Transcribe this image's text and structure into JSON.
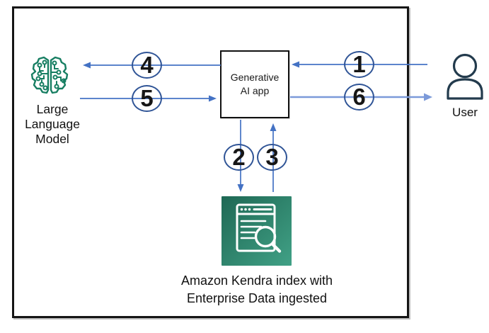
{
  "diagram": {
    "nodes": {
      "llm": {
        "icon": "brain-circuit-icon",
        "lines": [
          "Large",
          "Language",
          "Model"
        ]
      },
      "app": {
        "lines": [
          "Generative",
          "AI app"
        ]
      },
      "user": {
        "icon": "person-icon",
        "label": "User"
      },
      "kendra": {
        "icon": "kendra-document-search-icon",
        "lines": [
          "Amazon Kendra index with",
          "Enterprise Data ingested"
        ]
      }
    },
    "flows": [
      {
        "step": "1",
        "from": "user",
        "to": "app",
        "direction": "left"
      },
      {
        "step": "2",
        "from": "app",
        "to": "kendra",
        "direction": "down"
      },
      {
        "step": "3",
        "from": "kendra",
        "to": "app",
        "direction": "up"
      },
      {
        "step": "4",
        "from": "app",
        "to": "llm",
        "direction": "left"
      },
      {
        "step": "5",
        "from": "llm",
        "to": "app",
        "direction": "right"
      },
      {
        "step": "6",
        "from": "app",
        "to": "user",
        "direction": "right"
      }
    ],
    "colors": {
      "arrow_blue": "#4472C4",
      "arrow_light_blue": "#7C9AD9",
      "circle_stroke": "#2F5496",
      "llm_icon_green": "#177E62",
      "kendra_gradient_start": "#1E6854",
      "kendra_gradient_end": "#41A186",
      "user_icon_navy": "#233B4D",
      "border_black": "#151515"
    }
  }
}
